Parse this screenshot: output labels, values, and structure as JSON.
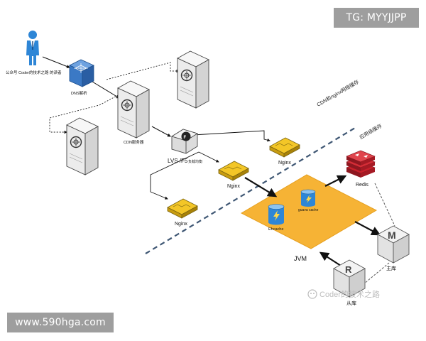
{
  "watermark_top": "TG: MYYJJPP",
  "watermark_bottom": "www.590hga.com",
  "labels": {
    "user": "公众号 Coder的技术之路 的读者",
    "dns": "DNS解析",
    "cdn_server": "CDN服务器",
    "lvs": "LVS /F5",
    "lvs_sub": "负载均衡",
    "nginx": "Nginx",
    "jvm": "JVM",
    "ehcache": "Ehcache",
    "guava": "guava cache",
    "redis": "Redis",
    "master": "主库",
    "slave": "从库",
    "master_letter": "M",
    "slave_letter": "R",
    "cdn_nginx_cache": "CDN和nginx网络缓存",
    "app_cache": "应用级缓存",
    "brand": "Coder的技术之路"
  },
  "icons": [
    "user-icon",
    "dns-cube-icon",
    "server-icon",
    "load-balancer-icon",
    "nginx-chip-icon",
    "database-icon",
    "redis-icon",
    "cache-cylinder-icon",
    "brand-icon"
  ],
  "colors": {
    "jvm": "#F6B335",
    "chip": "#F3C627",
    "redis": "#C8202B",
    "divider": "#3F5774",
    "user": "#2E86D6",
    "dns": "#3B79C5"
  }
}
